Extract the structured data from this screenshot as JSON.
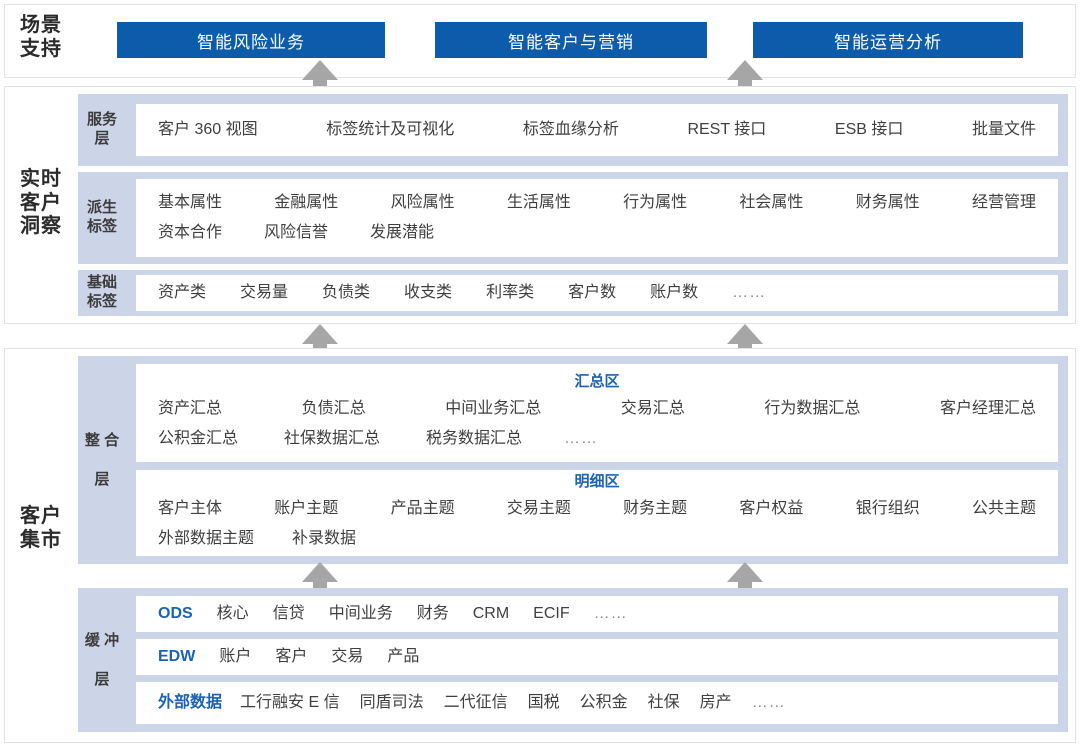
{
  "groups": {
    "scene": "场景\n支持",
    "insight": "实时\n客户\n洞察",
    "mart": "客户\n集市"
  },
  "scene_buttons": [
    {
      "label": "智能风险业务"
    },
    {
      "label": "智能客户与营销"
    },
    {
      "label": "智能运营分析"
    }
  ],
  "service_layer": {
    "band_label": "服务\n层",
    "items": [
      "客户 360 视图",
      "标签统计及可视化",
      "标签血缘分析",
      "REST 接口",
      "ESB 接口",
      "批量文件"
    ]
  },
  "derived_tags": {
    "band_label": "派生\n标签",
    "row1": [
      "基本属性",
      "金融属性",
      "风险属性",
      "生活属性",
      "行为属性",
      "社会属性",
      "财务属性",
      "经营管理"
    ],
    "row2": [
      "资本合作",
      "风险信誉",
      "发展潜能"
    ]
  },
  "base_tags": {
    "band_label": "基础\n标签",
    "items": [
      "资产类",
      "交易量",
      "负债类",
      "收支类",
      "利率类",
      "客户数",
      "账户数",
      "……"
    ]
  },
  "integration_layer": {
    "band_label": "整 合 层",
    "summary_zone": {
      "title": "汇总区",
      "row1": [
        "资产汇总",
        "负债汇总",
        "中间业务汇总",
        "交易汇总",
        "行为数据汇总",
        "客户经理汇总"
      ],
      "row2": [
        "公积金汇总",
        "社保数据汇总",
        "税务数据汇总",
        "……"
      ]
    },
    "detail_zone": {
      "title": "明细区",
      "row1": [
        "客户主体",
        "账户主题",
        "产品主题",
        "交易主题",
        "财务主题",
        "客户权益",
        "银行组织",
        "公共主题"
      ],
      "row2": [
        "外部数据主题",
        "补录数据"
      ]
    }
  },
  "buffer_layer": {
    "band_label": "缓 冲 层",
    "rows": [
      {
        "accent": "ODS",
        "items": [
          "核心",
          "信贷",
          "中间业务",
          "财务",
          "CRM",
          "ECIF",
          "……"
        ]
      },
      {
        "accent": "EDW",
        "items": [
          "账户",
          "客户",
          "交易",
          "产品"
        ]
      },
      {
        "accent": "外部数据",
        "items": [
          "工行融安 E 信",
          "同盾司法",
          "二代征信",
          "国税",
          "公积金",
          "社保",
          "房产",
          "……"
        ]
      }
    ]
  },
  "colors": {
    "accent_blue": "#0d5cab",
    "band_blue": "#ccd5e8",
    "arrow_grey": "#a6a6a6",
    "text": "#3f3f3f"
  }
}
